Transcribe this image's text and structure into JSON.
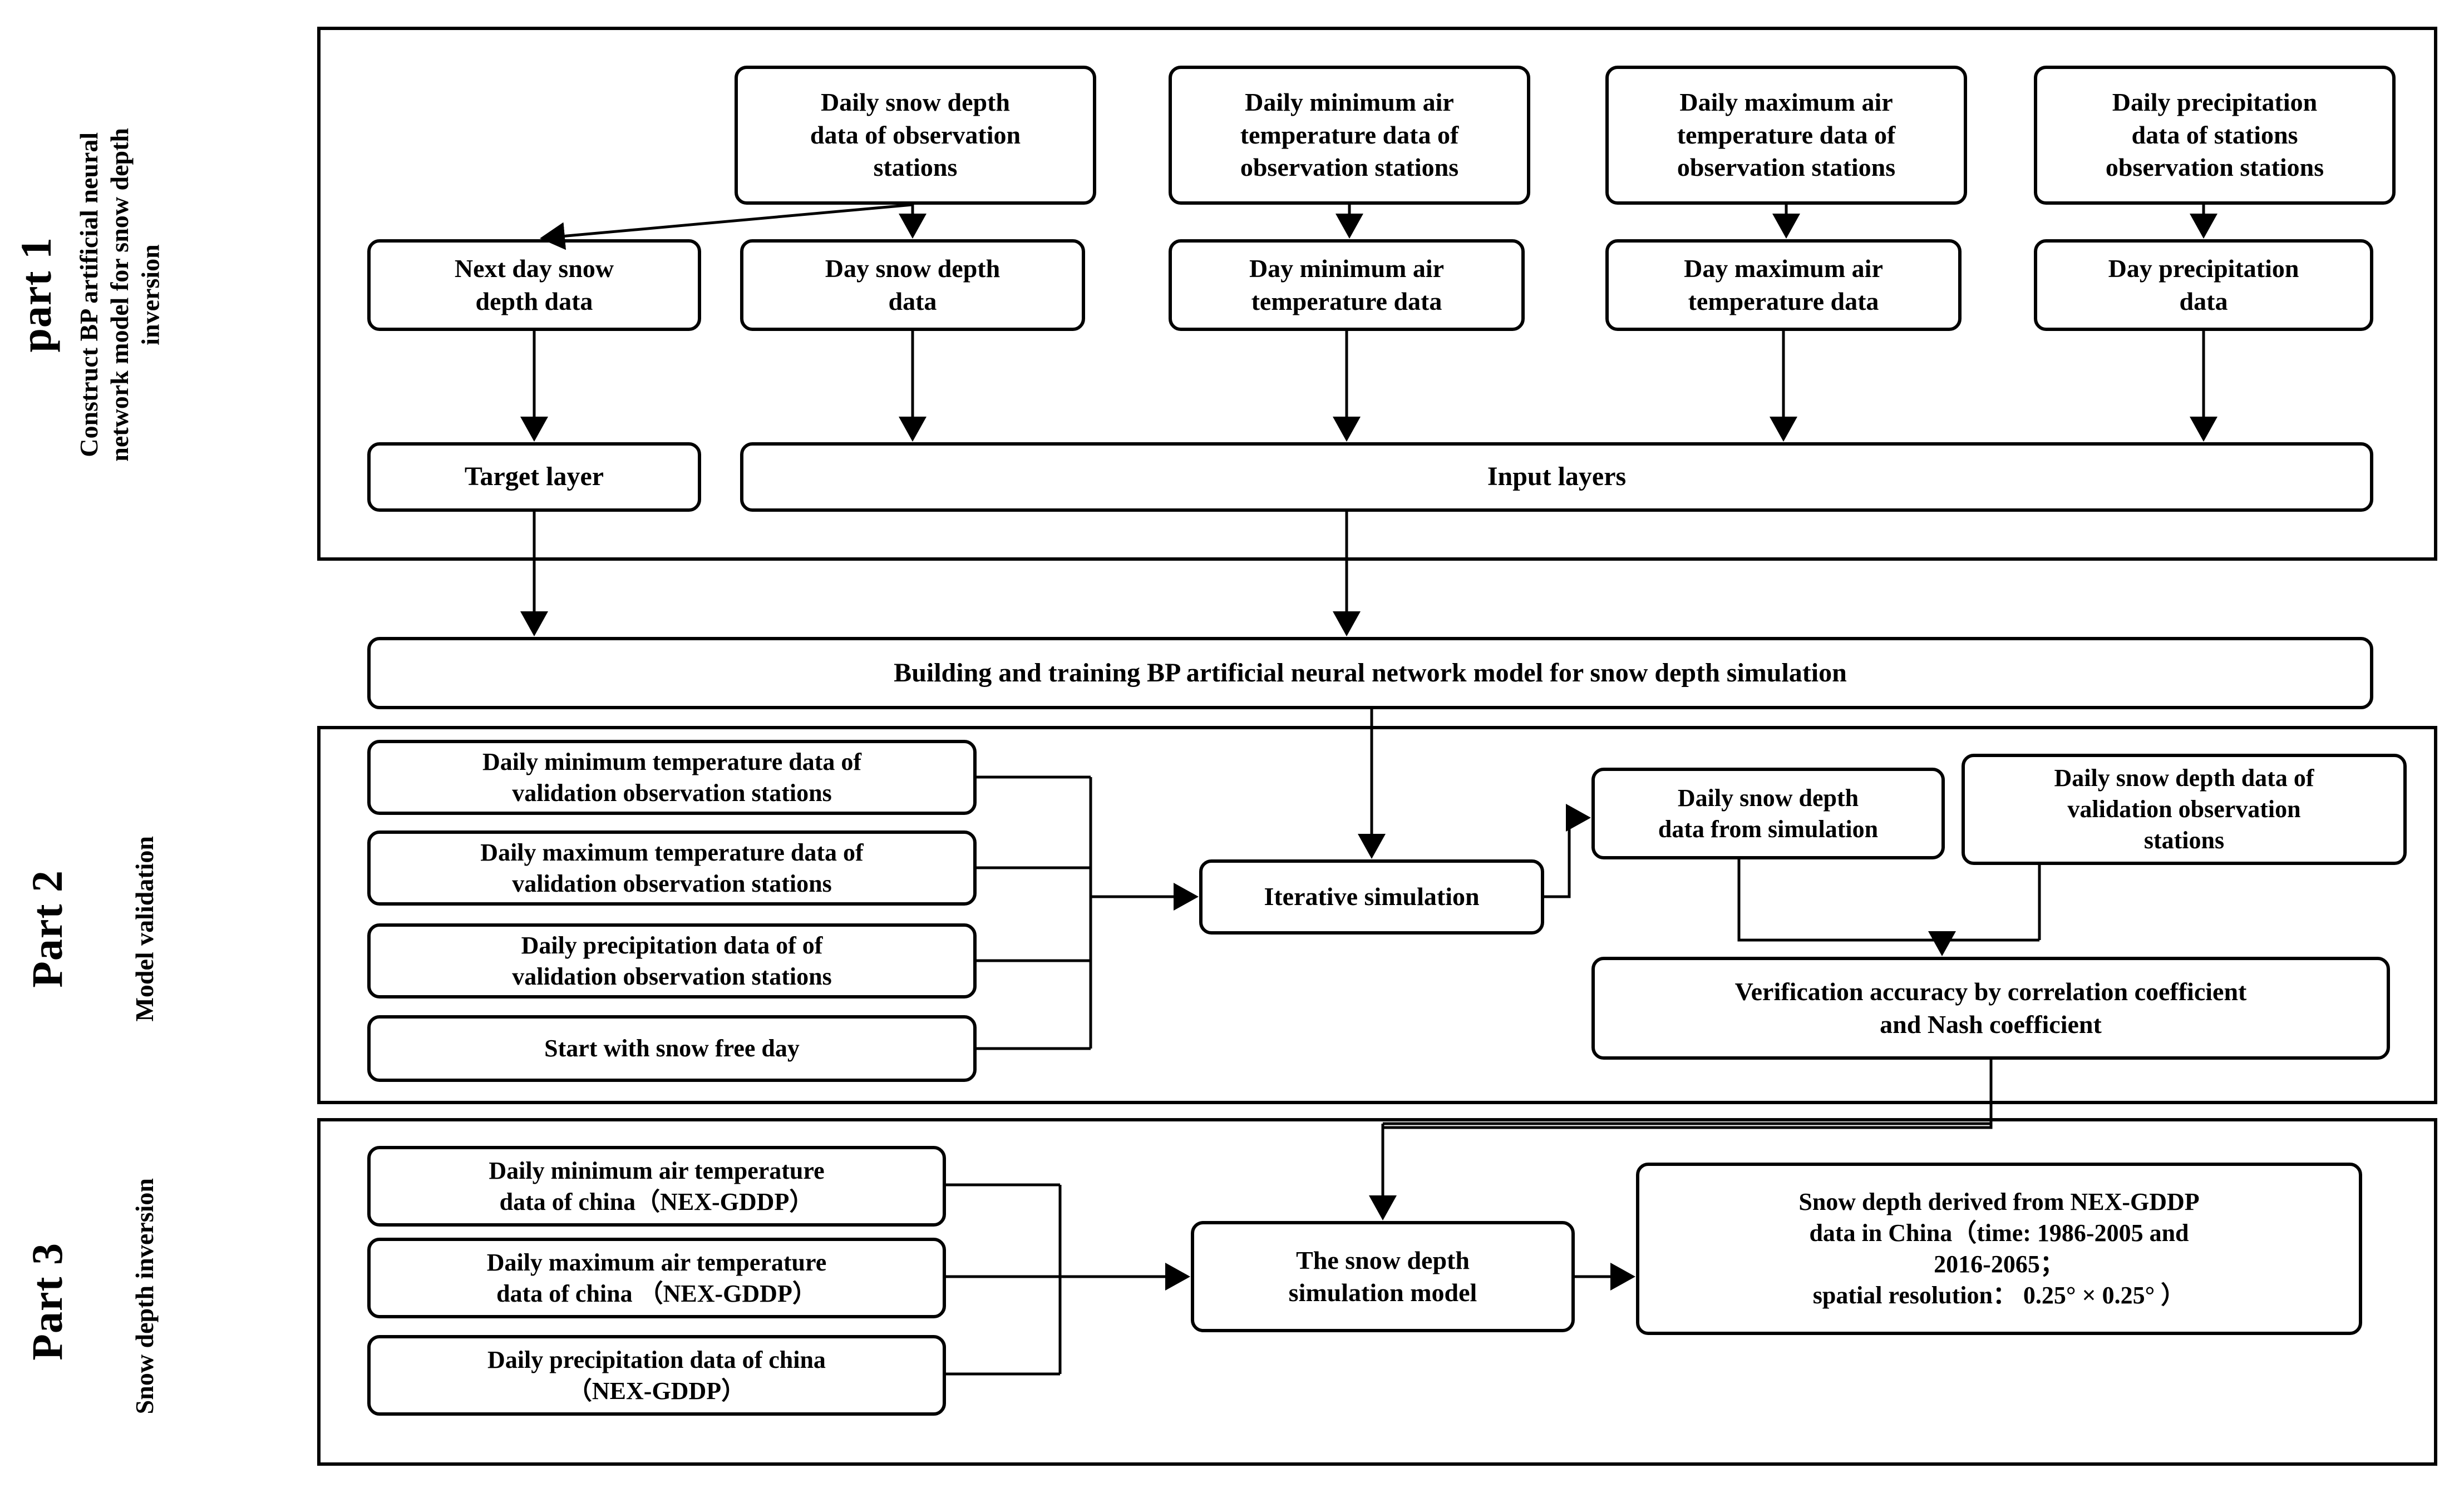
{
  "figure": {
    "type": "flowchart",
    "description": "Three-part methodology flowchart for BP artificial neural network snow depth inversion"
  },
  "parts": [
    {
      "number": "part 1",
      "subtitle": "Construct BP artificial neural\nnetwork model for snow depth\ninversion"
    },
    {
      "number": "Part 2",
      "subtitle": "Model validation"
    },
    {
      "number": "Part 3",
      "subtitle": "Snow depth inversion"
    }
  ],
  "part1": {
    "sources": [
      "Daily snow depth\ndata of observation\nstations",
      "Daily minimum air\ntemperature data of\nobservation stations",
      "Daily maximum air\ntemperature data of\nobservation stations",
      "Daily precipitation\ndata of stations\nobservation stations"
    ],
    "derived": [
      "Next day snow\ndepth data",
      "Day snow depth\ndata",
      "Day minimum air\ntemperature data",
      "Day maximum air\ntemperature data",
      "Day precipitation\ndata"
    ],
    "layers": {
      "target": "Target layer",
      "input": "Input layers"
    }
  },
  "training": {
    "label": "Building and training BP artificial neural network model for snow depth simulation"
  },
  "part2": {
    "inputs": [
      "Daily minimum temperature data of\nvalidation observation stations",
      "Daily maximum temperature data of\nvalidation observation stations",
      "Daily precipitation data of of\nvalidation observation stations",
      "Start with snow free day"
    ],
    "process": "Iterative simulation",
    "simulated": "Daily snow depth\ndata from simulation",
    "observed": "Daily snow depth data of\nvalidation observation\nstations",
    "verification": "Verification accuracy by  correlation coefficient\nand Nash coefficient"
  },
  "part3": {
    "inputs": [
      "Daily minimum air temperature\ndata of china（NEX-GDDP）",
      "Daily maximum air temperature\ndata of china （NEX-GDDP）",
      "Daily precipitation data of china\n（NEX-GDDP）"
    ],
    "model": "The snow depth\nsimulation   model",
    "output": "Snow depth derived from NEX-GDDP\ndata in China（time: 1986-2005 and\n2016-2065；\nspatial resolution： 0.25°  ×  0.25°  ）"
  },
  "colors": {
    "stroke": "#000000",
    "background": "#ffffff"
  }
}
